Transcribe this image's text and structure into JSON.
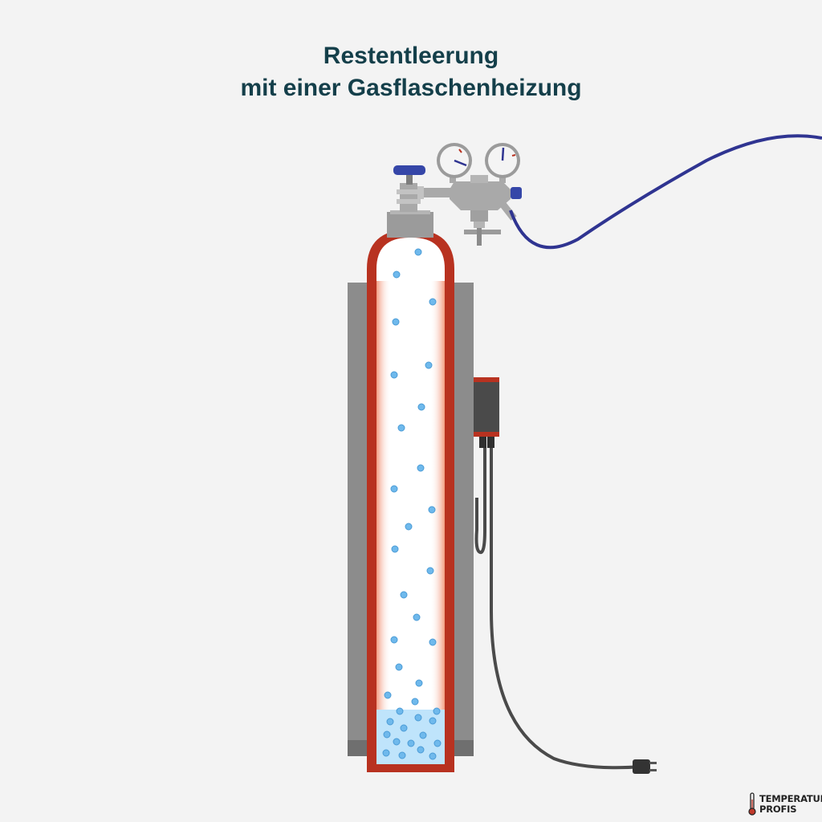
{
  "header": {
    "title_line1": "Restentleerung",
    "title_line2": "mit einer Gasflaschenheizung"
  },
  "brand": {
    "line1": "TEMPERATUR",
    "line2": "PROFIS",
    "icon": "thermometer-icon"
  },
  "colors": {
    "background": "#f3f3f3",
    "title": "#143f4a",
    "heater_jacket": "#8c8c8c",
    "cylinder_wall": "#b83220",
    "gas_bubble": "#6fb9ec",
    "liquid": "#bfe4fb",
    "hose": "#2f3491",
    "valve_knob": "#3546a8",
    "power_cable": "#4a4a4a"
  }
}
